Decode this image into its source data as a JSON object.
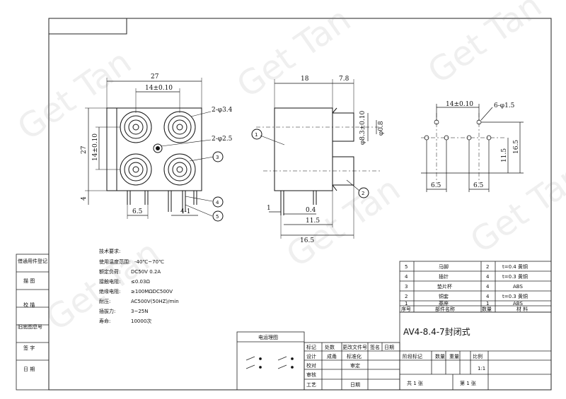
{
  "front_view": {
    "dims": {
      "width_27": "27",
      "pitch_14": "14±0.10",
      "height_27": "27",
      "pitch_14_v": "14±0.10",
      "dim_4": "4",
      "dim_6_5": "6.5",
      "dim_4_1": "4-1"
    },
    "callouts": {
      "hole_phi_3_4": "2-φ3.4",
      "hole_phi_2_5": "2-φ2.5",
      "c3": "3",
      "c4": "4",
      "c5": "5"
    }
  },
  "side_view": {
    "dims": {
      "top_18": "18",
      "top_7_8": "7.8",
      "phi_8_3": "φ8.3±0.10",
      "phi_0_8": "φ0.8",
      "bottom_1": "1",
      "bottom_0_4": "0.4",
      "bottom_11_5": "11.5",
      "bottom_16_5": "16.5"
    },
    "callouts": {
      "c1": "1",
      "c2": "2"
    }
  },
  "pcb_layout": {
    "dims": {
      "pitch_14": "14±0.10",
      "holes": "6-φ1.5",
      "v_11_5": "11.5",
      "v_16_5": "16.5",
      "h_6_5_left": "6.5",
      "h_6_5_right": "6.5"
    }
  },
  "tech_notes": {
    "heading": "技术要求:",
    "rows": [
      {
        "label": "使用温度范围:",
        "value": "-40℃~70℃"
      },
      {
        "label": "额定负荷:",
        "value": "DC50V 0.2A"
      },
      {
        "label": "接触电阻:",
        "value": "≤0.03Ω"
      },
      {
        "label": "绝缘电阻:",
        "value": "≥100MΩDC500V"
      },
      {
        "label": "耐压:",
        "value": "AC500V(50HZ)/min"
      },
      {
        "label": "插拔力:",
        "value": "3~25N"
      },
      {
        "label": "寿命:",
        "value": "10000次"
      }
    ]
  },
  "left_strip": {
    "items": [
      "借通用件登记",
      "描    图",
      "校    描",
      "旧底图总号",
      "签    字",
      "日    期"
    ]
  },
  "parts_list": {
    "rows": [
      {
        "no": "5",
        "name": "马脚",
        "qty": "2",
        "material": "t=0.4 黄铜"
      },
      {
        "no": "4",
        "name": "插针",
        "qty": "4",
        "material": "t=0.3 黄铜"
      },
      {
        "no": "3",
        "name": "垫片杯",
        "qty": "4",
        "material": "ABS"
      },
      {
        "no": "2",
        "name": "铜套",
        "qty": "4",
        "material": "t=0.3 黄铜"
      },
      {
        "no": "1",
        "name": "基座",
        "qty": "1",
        "material": "ABS"
      }
    ],
    "header": {
      "no": "序号",
      "name": "部件名称",
      "qty": "数量",
      "material": "材 料"
    }
  },
  "title_block": {
    "circuit_label": "电运理图",
    "product_name": "AV4-8.4-7封闭式",
    "rev_headers": [
      "标记",
      "处数",
      "更改文件号",
      "签名",
      "日期"
    ],
    "sign_rows": [
      {
        "role": "设计",
        "name": "成甬",
        "std": "标准化"
      },
      {
        "role": "校对",
        "name": "",
        "std": "审定"
      },
      {
        "role": "审核",
        "name": "",
        "std": ""
      },
      {
        "role": "工艺",
        "name": "",
        "std": "日期"
      }
    ],
    "stage_headers": [
      "阶段标记",
      "数量",
      "重量",
      "比例"
    ],
    "scale": "1:1",
    "sheets_total": "共 1 张",
    "sheet_no": "第 1 张"
  },
  "watermark": "Get Tan"
}
